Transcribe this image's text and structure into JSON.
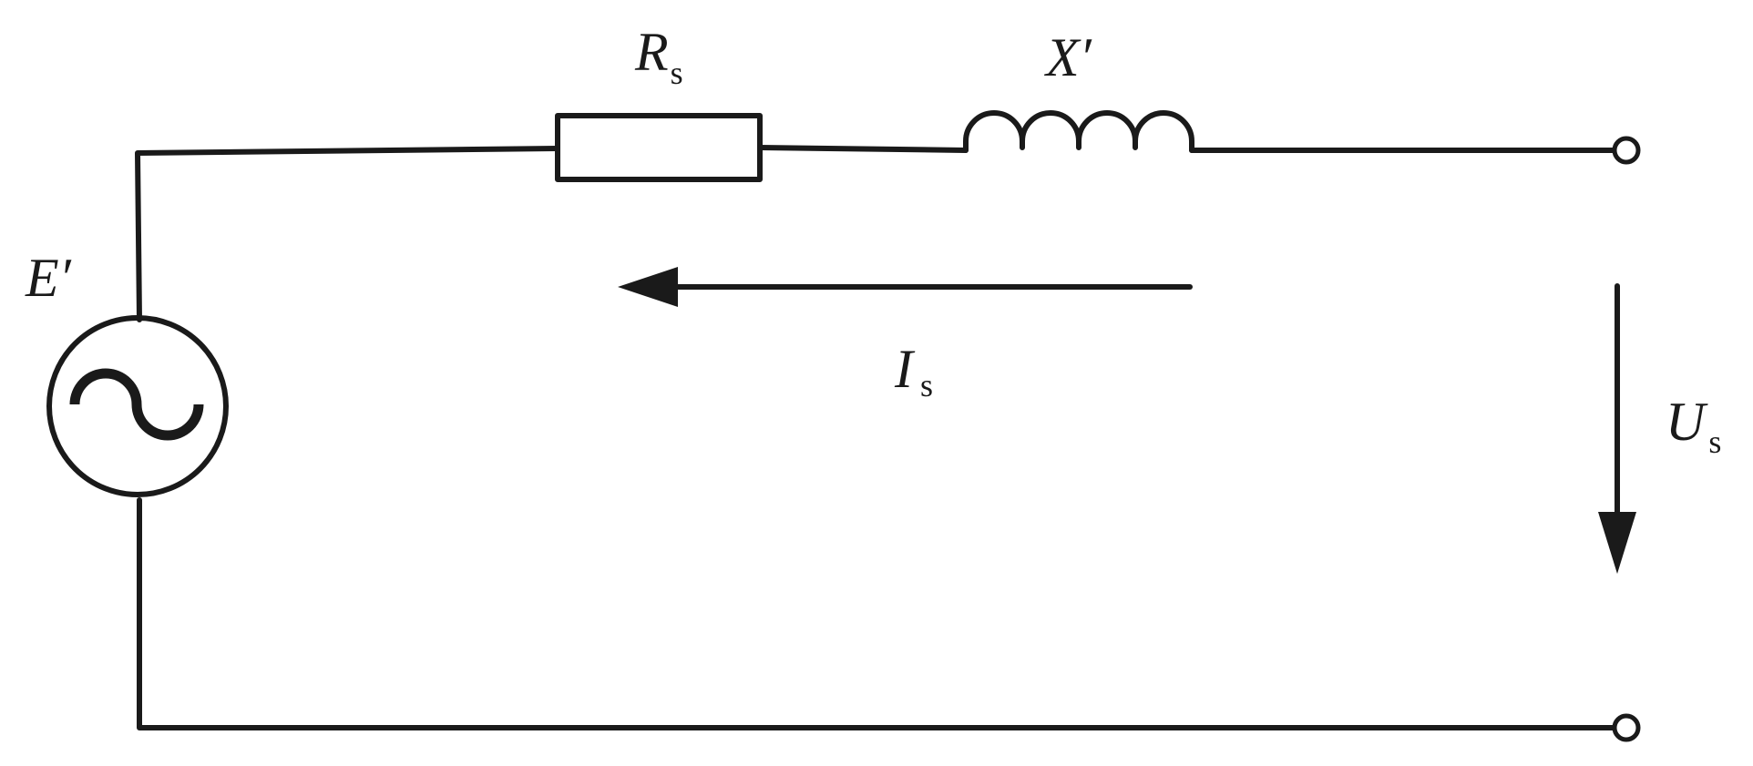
{
  "colors": {
    "stroke": "#1a1a1a",
    "background": "#ffffff"
  },
  "labels": {
    "resistor": {
      "main": "R",
      "sub": "s"
    },
    "inductor": {
      "main": "X′",
      "sub": ""
    },
    "source": {
      "main": "E′",
      "sub": ""
    },
    "current": {
      "main": "I",
      "sub": "s"
    },
    "voltage": {
      "main": "U",
      "sub": "s"
    }
  },
  "components": {
    "source": "ac-voltage-source-icon",
    "resistor": "resistor-icon",
    "inductor": "inductor-coil-icon",
    "terminals": "terminal-node-icon",
    "current_arrow": "arrow-left-icon",
    "voltage_arrow": "arrow-down-icon"
  }
}
